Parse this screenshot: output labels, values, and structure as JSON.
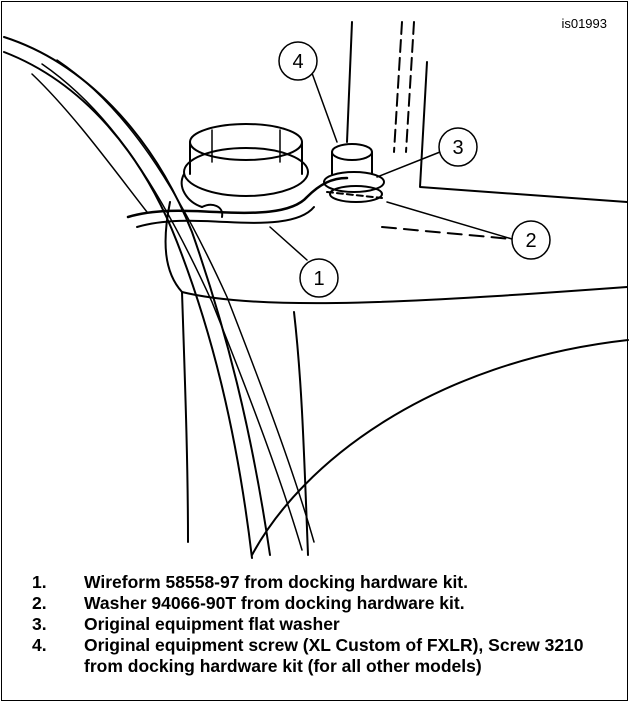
{
  "figure": {
    "id": "is01993",
    "callouts": [
      "1",
      "2",
      "3",
      "4"
    ]
  },
  "legend": [
    {
      "num": "1.",
      "text": "Wireform 58558-97 from docking hardware kit."
    },
    {
      "num": "2.",
      "text": "Washer 94066-90T from docking hardware kit."
    },
    {
      "num": "3.",
      "text": "Original equipment flat washer"
    },
    {
      "num": "4.",
      "text": "Original equipment screw (XL Custom of FXLR), Screw 3210 from docking hardware kit (for all other models)"
    }
  ]
}
